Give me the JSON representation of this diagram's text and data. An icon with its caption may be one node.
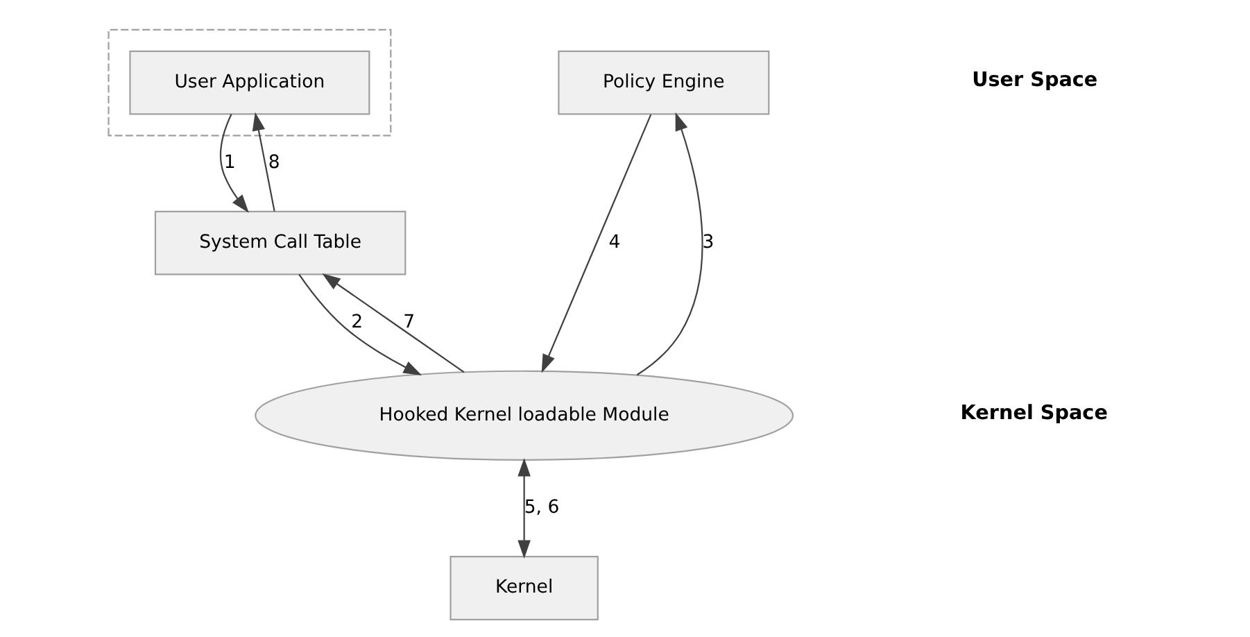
{
  "diagram": {
    "nodes": [
      {
        "text": [],
        "shape": "box"
      },
      {
        "text": [
          "User Application"
        ],
        "in": 0
      },
      {
        "text": [
          "Policy Engine"
        ]
      },
      {
        "text": [
          "System Call Table"
        ]
      },
      {
        "text": [
          "Hooked Kernel loadable Module"
        ]
      },
      {
        "text": [
          "Kernel"
        ]
      }
    ],
    "edges": [
      {
        "from": 1,
        "to": 3,
        "arrow": "to",
        "label": "1"
      },
      {
        "from": 3,
        "to": 4,
        "arrow": "to",
        "label": "2"
      },
      {
        "from": 4,
        "to": 2,
        "arrow": "to",
        "label": "3"
      },
      {
        "from": 2,
        "to": 4,
        "arrow": "to",
        "label": "4"
      },
      {
        "from": 4,
        "to": 5,
        "arrow": "both",
        "label": "5, 6"
      },
      {
        "from": 4,
        "to": 3,
        "arrow": "to",
        "label": "7"
      },
      {
        "from": 3,
        "to": 1,
        "arrow": "to",
        "label": "8"
      }
    ],
    "labels": [
      "User Space",
      "Kernel Space"
    ]
  }
}
